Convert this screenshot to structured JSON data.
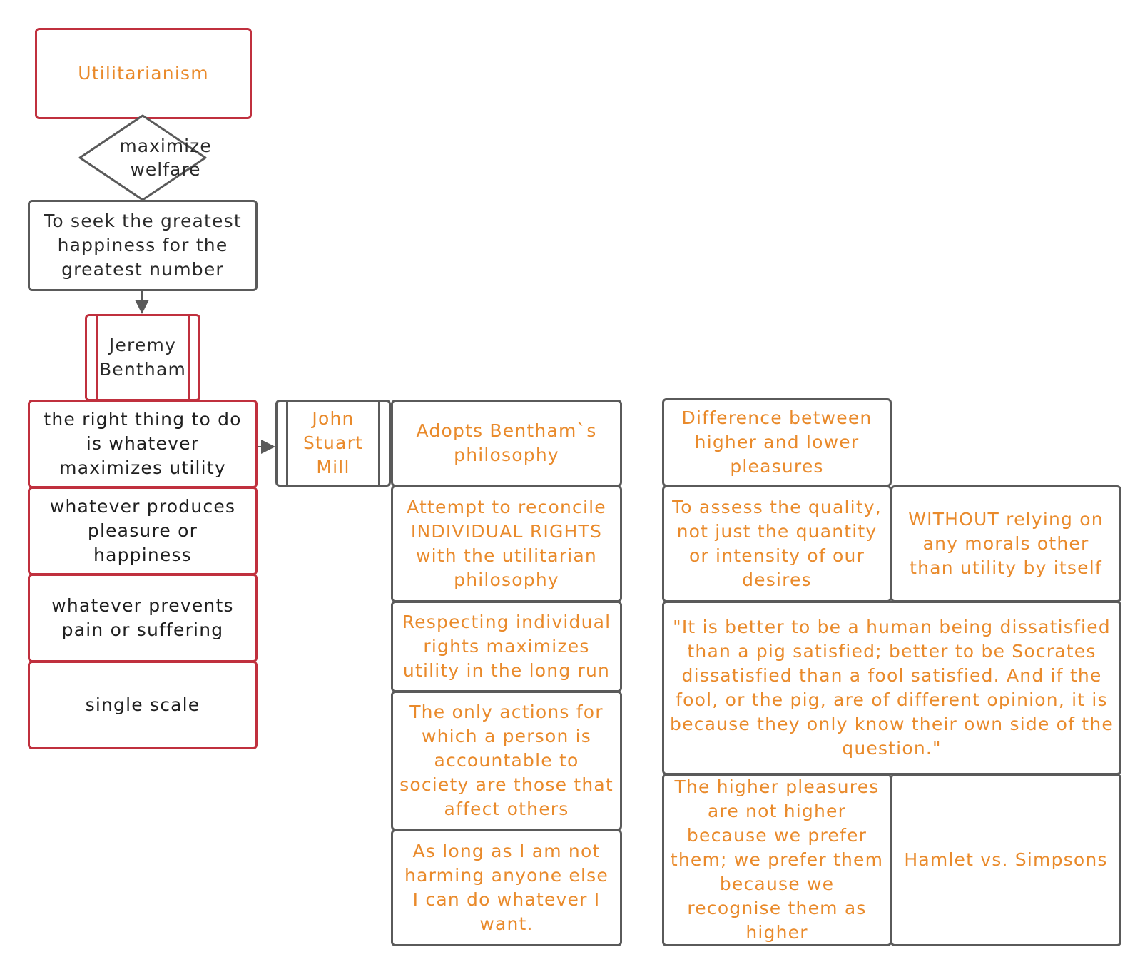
{
  "root": {
    "title": "Utilitarianism"
  },
  "decision": {
    "label": "maximize welfare"
  },
  "definition": {
    "text": "To seek the greatest happiness for the greatest number"
  },
  "bentham": {
    "name": "Jeremy Bentham",
    "points": [
      "the right thing to do is whatever maximizes utility",
      "whatever produces pleasure or happiness",
      "whatever prevents pain or suffering",
      "single scale"
    ]
  },
  "mill": {
    "name": "John Stuart Mill",
    "points": [
      "Adopts Bentham`s philosophy",
      "Attempt to reconcile INDIVIDUAL RIGHTS with the utilitarian philosophy",
      "Respecting individual rights maximizes utility in the long run",
      "The only actions for which a person is accountable to society are those that affect others",
      "As long as I am not harming anyone else I can do whatever I want."
    ]
  },
  "pleasures": {
    "heading": "Difference between higher and lower pleasures",
    "assess": "To assess the quality, not just the quantity or intensity of our desires",
    "without": "WITHOUT relying on any morals other than utility by itself",
    "quote": "\"It is better to be a human being dissatisfied than a pig satisfied; better to be Socrates dissatisfied than a fool satisfied. And if the fool, or the pig, are of different opinion, it is because they only know their own side of the question.\"",
    "higher": "The higher pleasures are not higher because we prefer them; we prefer them because we recognise them as higher",
    "example": "Hamlet vs. Simpsons"
  },
  "colors": {
    "red": "#c0303e",
    "grey": "#5a5a5a",
    "orange": "#e98a2b",
    "text": "#2a2a2a"
  }
}
